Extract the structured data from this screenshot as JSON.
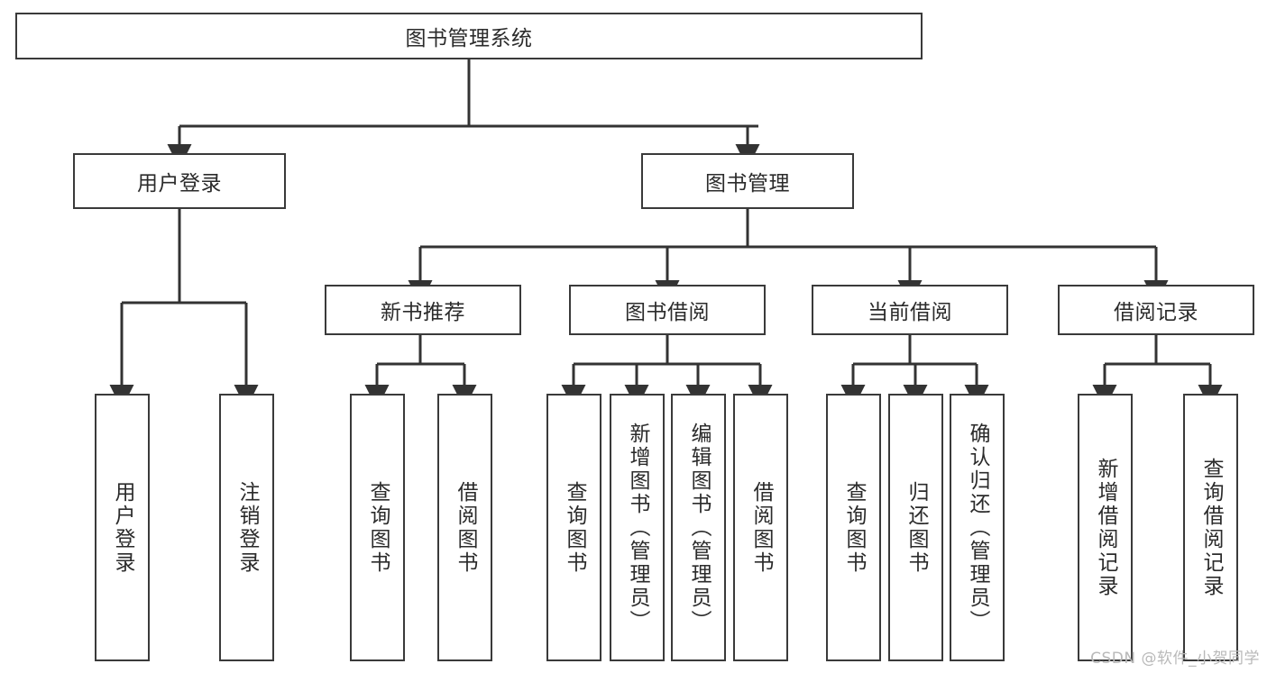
{
  "diagram": {
    "type": "tree",
    "title": "图书管理系统",
    "orientation": "top-down",
    "colors": {
      "box_border": "#3a3a3a",
      "box_fill": "#ffffff",
      "connector": "#333333",
      "text": "#2b2b2b",
      "watermark": "#b9b9b9"
    },
    "root": {
      "label": "图书管理系统",
      "level": 1
    },
    "level2": [
      {
        "label": "用户登录"
      },
      {
        "label": "图书管理"
      }
    ],
    "level3": [
      {
        "label": "新书推荐"
      },
      {
        "label": "图书借阅"
      },
      {
        "label": "当前借阅"
      },
      {
        "label": "借阅记录"
      }
    ],
    "leaves": {
      "user_login": [
        {
          "label": "用户登录"
        },
        {
          "label": "注销登录"
        }
      ],
      "new_book_recommend": [
        {
          "label": "查询图书"
        },
        {
          "label": "借阅图书"
        }
      ],
      "book_borrow": [
        {
          "label": "查询图书"
        },
        {
          "label": "新增图书（管理员）"
        },
        {
          "label": "编辑图书（管理员）"
        },
        {
          "label": "借阅图书"
        }
      ],
      "current_borrow": [
        {
          "label": "查询图书"
        },
        {
          "label": "归还图书"
        },
        {
          "label": "确认归还（管理员）"
        }
      ],
      "borrow_record": [
        {
          "label": "新增借阅记录"
        },
        {
          "label": "查询借阅记录"
        }
      ]
    },
    "watermark": "CSDN @软件_小贺同学"
  }
}
